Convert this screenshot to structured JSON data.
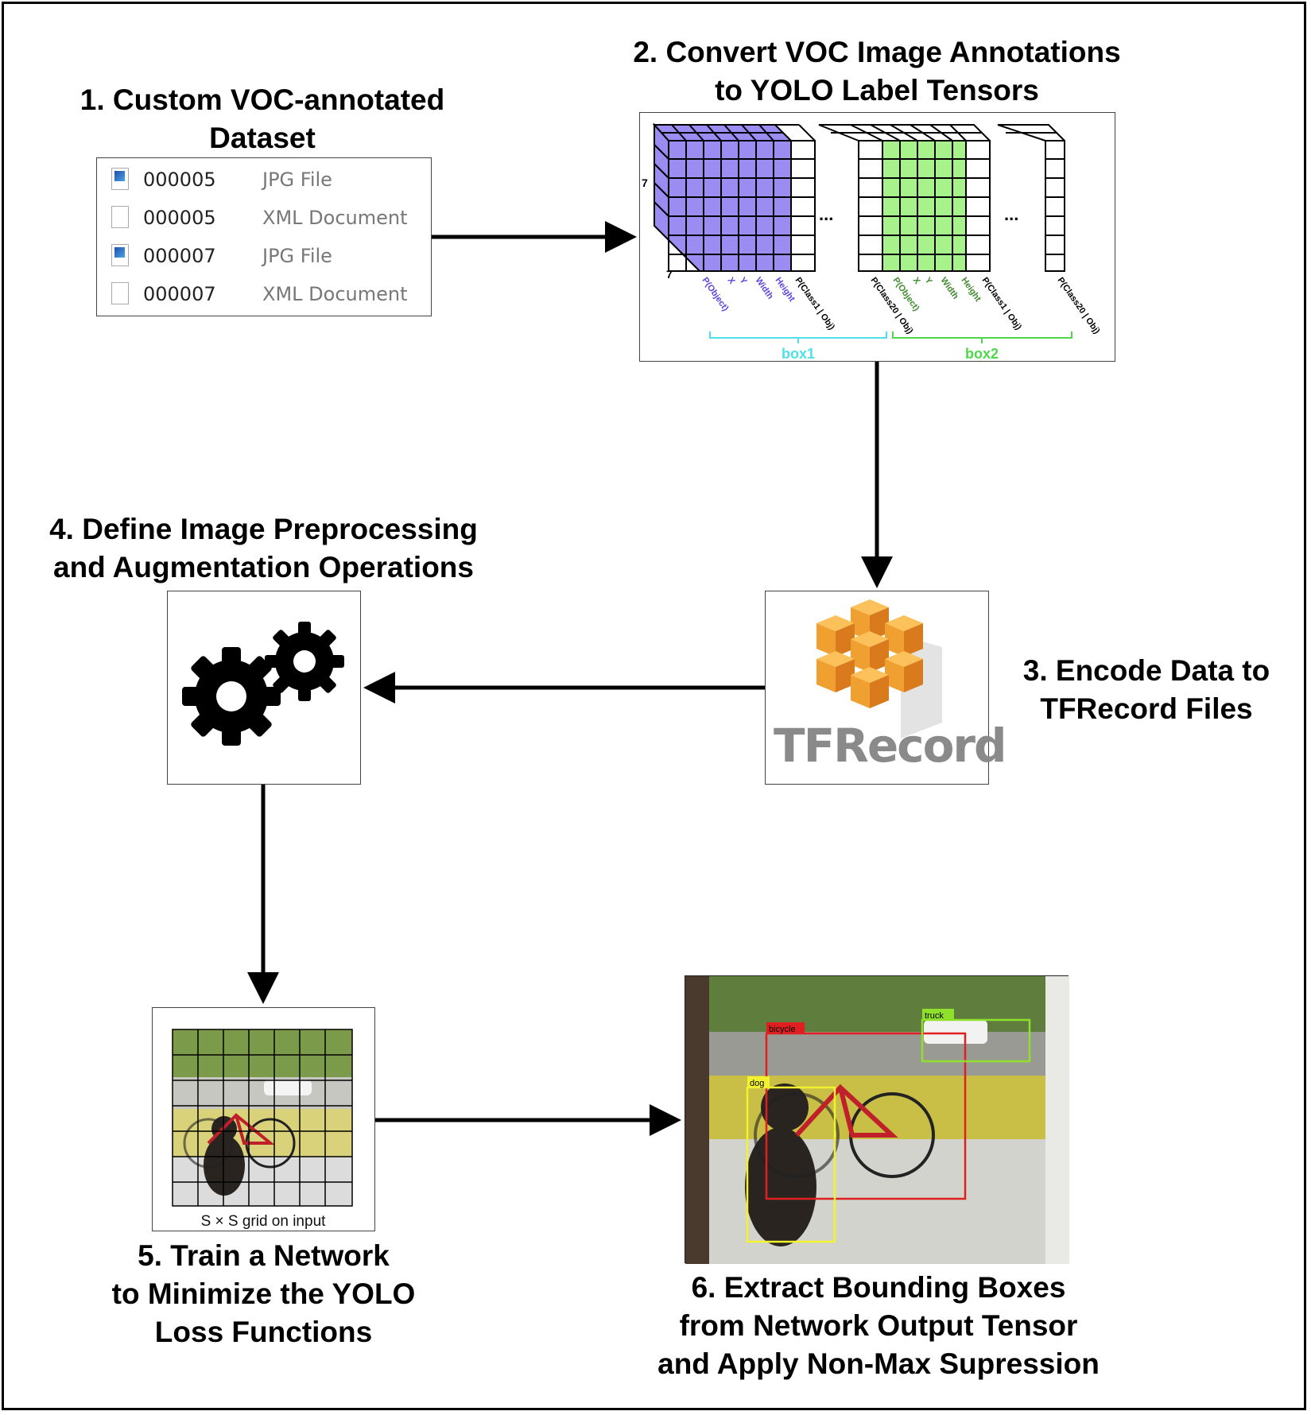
{
  "steps": {
    "s1": {
      "line1": "1. Custom VOC-annotated",
      "line2": "Dataset"
    },
    "s2": {
      "line1": "2. Convert VOC Image Annotations",
      "line2": "to YOLO Label Tensors"
    },
    "s3": {
      "line1": "3. Encode Data to",
      "line2": "TFRecord Files"
    },
    "s4": {
      "line1": "4. Define Image Preprocessing",
      "line2": "and Augmentation Operations"
    },
    "s5": {
      "line1": "5. Train a Network",
      "line2": "to Minimize the YOLO",
      "line3": "Loss Functions"
    },
    "s6": {
      "line1": "6. Extract Bounding Boxes",
      "line2": "from Network Output Tensor",
      "line3": "and Apply Non-Max Supression"
    }
  },
  "file_list": [
    {
      "name": "000005",
      "type": "JPG File",
      "icon": "image-file-icon"
    },
    {
      "name": "000005",
      "type": "XML Document",
      "icon": "document-file-icon"
    },
    {
      "name": "000007",
      "type": "JPG File",
      "icon": "image-file-icon"
    },
    {
      "name": "000007",
      "type": "XML Document",
      "icon": "document-file-icon"
    }
  ],
  "tensor": {
    "dim_label_a": "7",
    "dim_label_b": "7",
    "ellipsis": "...",
    "box1_labels": [
      "P(Object)",
      "X",
      "Y",
      "Width",
      "Height"
    ],
    "box2_labels": [
      "P(Object)",
      "X",
      "Y",
      "Width",
      "Height"
    ],
    "class_labels": [
      "P(Class1 | Obj)",
      "P(Class20 | Obj)",
      "P(Class1 | Obj)",
      "P(Class20 | Obj)"
    ],
    "box1_brace": "box1",
    "box2_brace": "box2",
    "colors": {
      "box1": "#9b8cf2",
      "box2": "#a8f28c",
      "box1_text": "#5b44e0",
      "box2_text": "#3f8a2e",
      "brace1": "#4fe0e8",
      "brace2": "#4cd84a"
    }
  },
  "tfrecord": {
    "logo_text": "TFRecord",
    "icon": "stacked-cubes-icon",
    "cube_color": "#f5a83a"
  },
  "gears": {
    "icon": "gears-icon"
  },
  "grid_panel": {
    "caption": "S × S grid on input"
  },
  "detections": {
    "labels": [
      "bicycle",
      "truck",
      "dog"
    ],
    "colors": {
      "bicycle": "#e02020",
      "truck": "#8ee02a",
      "dog": "#f2f230"
    }
  }
}
